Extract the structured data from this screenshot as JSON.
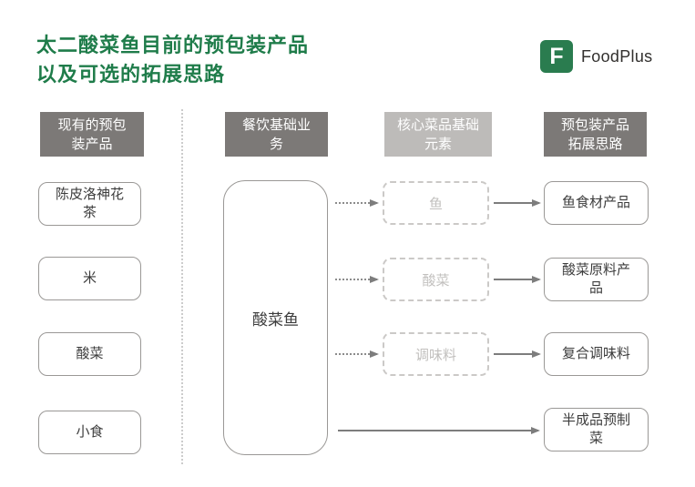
{
  "title": {
    "line1": "太二酸菜鱼目前的预包装产品",
    "line2": "以及可选的拓展思路"
  },
  "logo": {
    "icon_letter": "F",
    "text": "FoodPlus"
  },
  "column_headers": {
    "existing_products": "现有的预包装产品",
    "base_business": "餐饮基础业务",
    "core_elements": "核心菜品基础元素",
    "expansion_ideas": "预包装产品拓展思路"
  },
  "existing_products": [
    "陈皮洛神花茶",
    "米",
    "酸菜",
    "小食"
  ],
  "base_business": "酸菜鱼",
  "core_elements": [
    "鱼",
    "酸菜",
    "调味料"
  ],
  "expansion_ideas": [
    "鱼食材产品",
    "酸菜原料产品",
    "复合调味料",
    "半成品预制菜"
  ],
  "colors": {
    "title_green": "#1f7c4a",
    "logo_green": "#2a7c4f",
    "header_dark_gray": "#7c7977",
    "header_light_gray": "#bdbbb9",
    "box_border_gray": "#9a9896",
    "dashed_gray": "#cbc9c7",
    "arrow_gray": "#7d7d7d"
  }
}
